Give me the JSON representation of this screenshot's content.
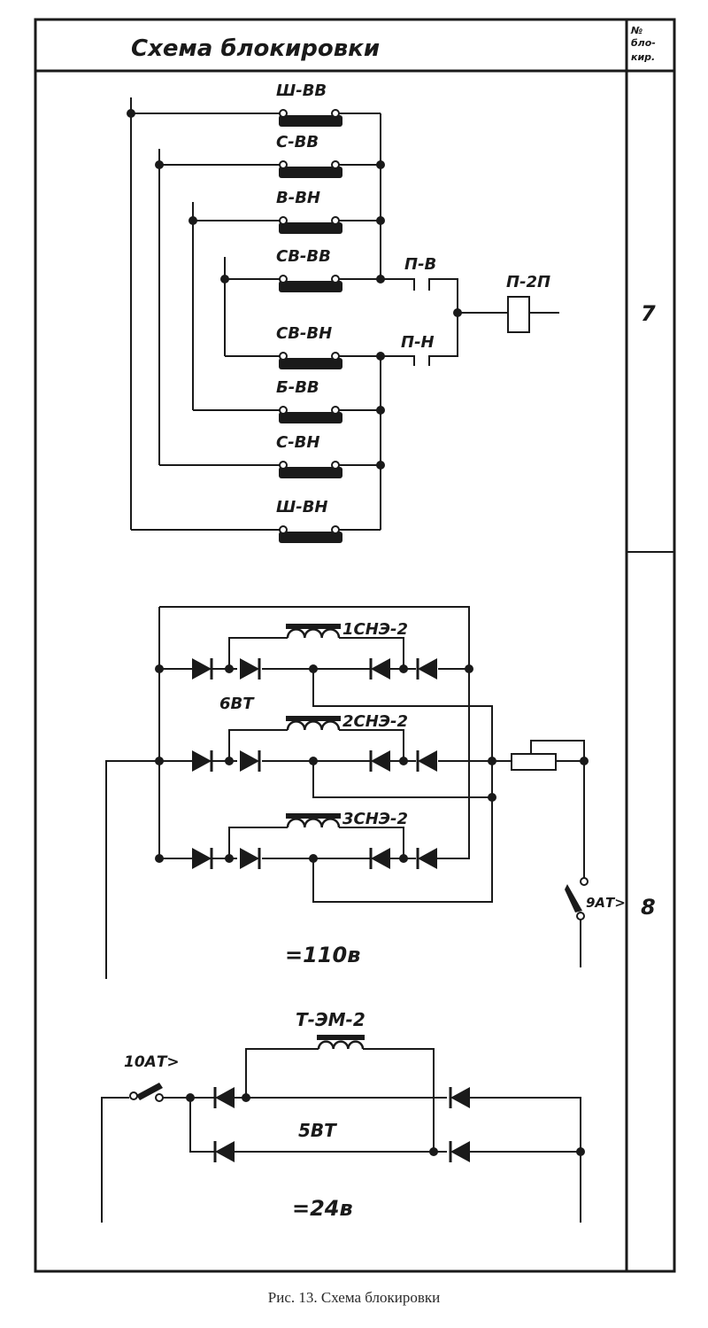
{
  "table": {
    "title": "Схема блокировки",
    "column_header": [
      "№",
      "бло-",
      "кир."
    ],
    "rows": [
      {
        "number": "7"
      },
      {
        "number": "8"
      }
    ]
  },
  "scheme7": {
    "contacts": [
      "Ш-ВВ",
      "С-ВВ",
      "В-ВН",
      "СВ-ВВ",
      "СВ-ВН",
      "Б-ВВ",
      "С-ВН",
      "Ш-ВН"
    ],
    "relay_contacts": [
      "П-В",
      "П-Н"
    ],
    "relay_coil": "П-2П"
  },
  "scheme8": {
    "coils": [
      "1СНЭ-2",
      "2СНЭ-2",
      "3СНЭ-2"
    ],
    "rectifier_label": "6ВТ",
    "switch": "9АТ>",
    "voltage": "=110в"
  },
  "scheme_lower": {
    "coil": "Т-ЭМ-2",
    "switch": "10АТ>",
    "rectifier_label": "5ВТ",
    "voltage": "=24в"
  },
  "caption": "Рис. 13. Схема блокировки",
  "colors": {
    "ink": "#1a1a1a",
    "paper": "#ffffff"
  }
}
